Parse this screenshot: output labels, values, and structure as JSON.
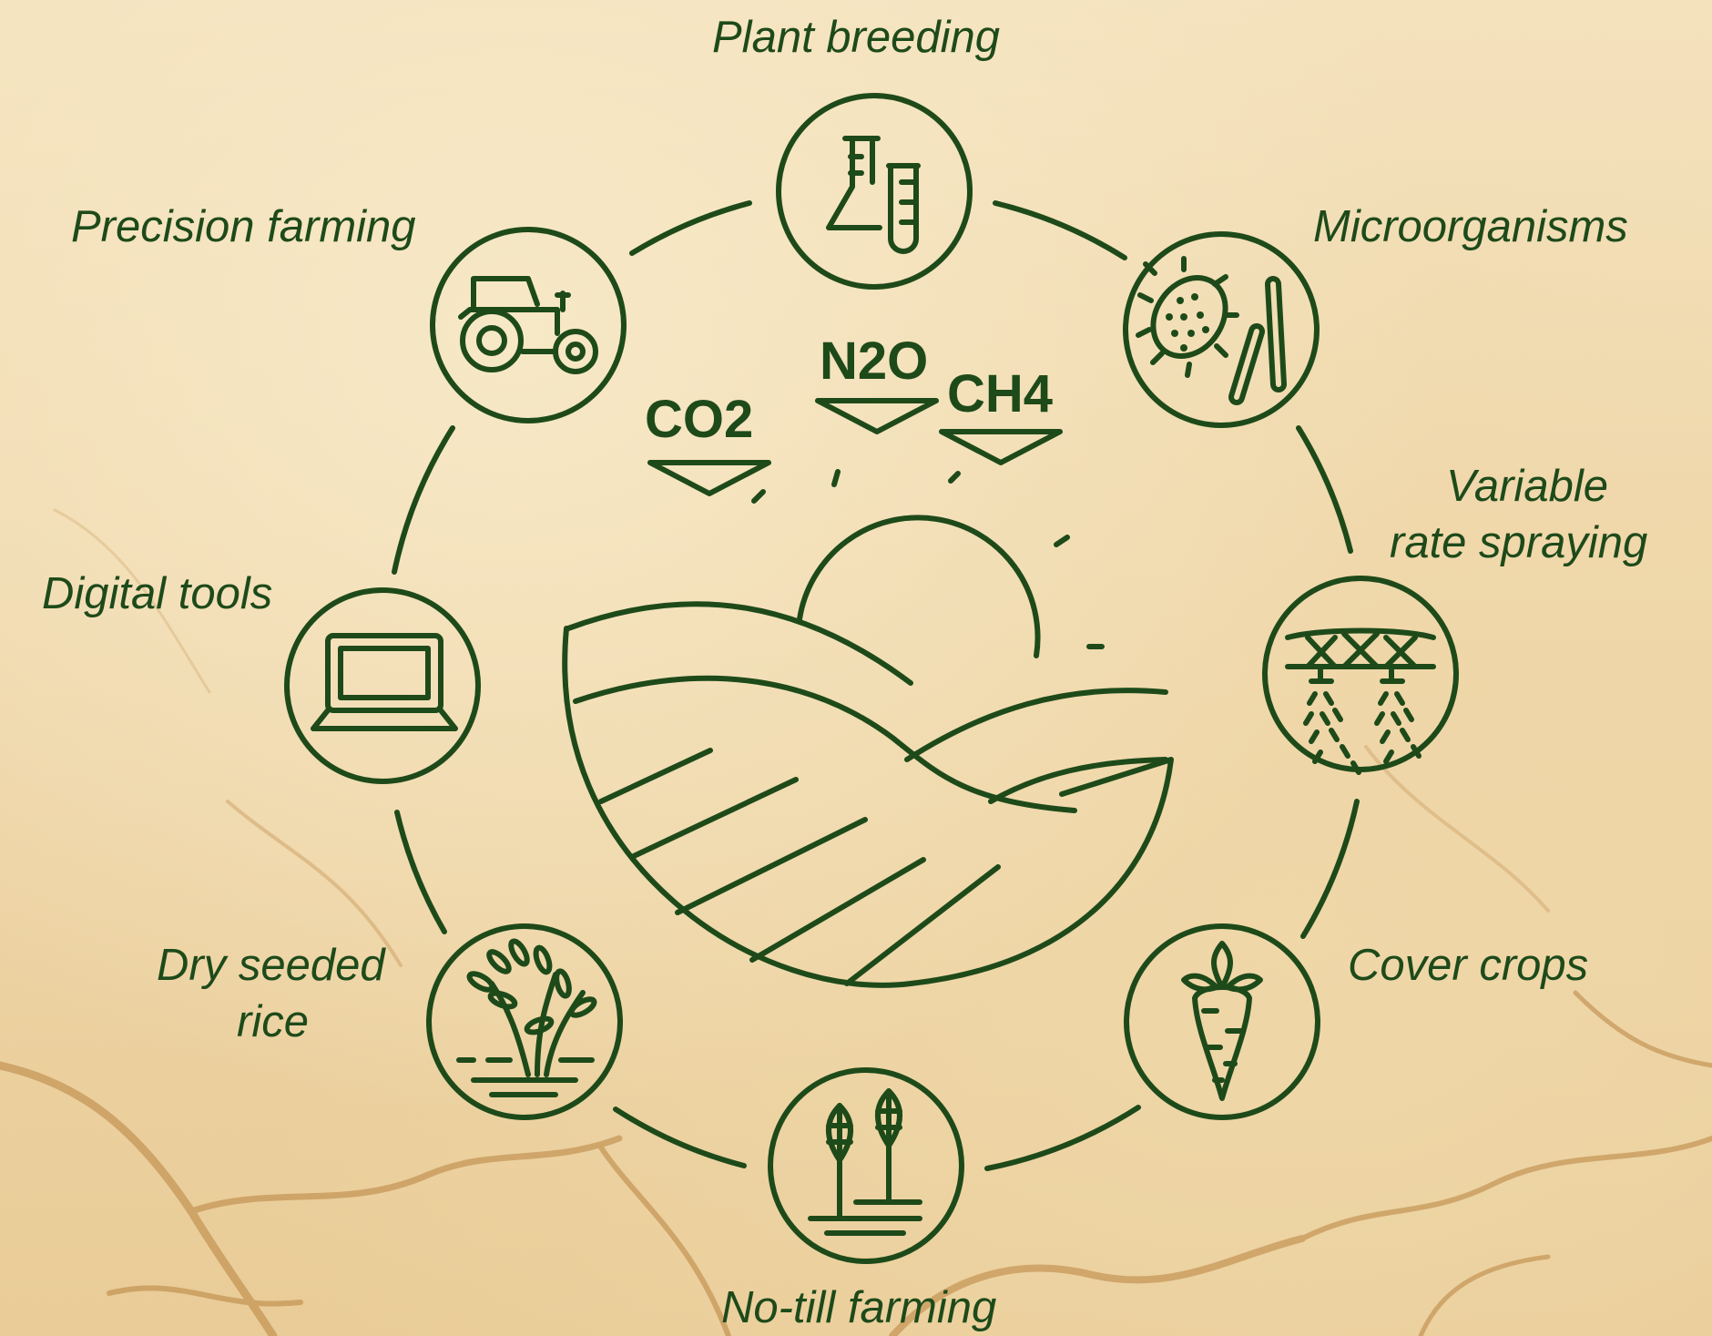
{
  "colors": {
    "ink": "#1e4a1a",
    "background": "#f1deb4",
    "cracks": "#b07838"
  },
  "gases": {
    "co2": "CO2",
    "n2o": "N2O",
    "ch4": "CH4"
  },
  "practices": [
    {
      "label": "Plant breeding",
      "icon": "test-tubes-icon"
    },
    {
      "label": "Microorganisms",
      "icon": "microbes-icon"
    },
    {
      "label": "Variable rate spraying",
      "line1": "Variable",
      "line2": "rate spraying",
      "icon": "sprayer-icon"
    },
    {
      "label": "Cover crops",
      "icon": "carrot-icon"
    },
    {
      "label": "No-till farming",
      "icon": "wheat-icon"
    },
    {
      "label": "Dry seeded rice",
      "line1": "Dry seeded",
      "line2": "rice",
      "icon": "rice-plant-icon"
    },
    {
      "label": "Digital tools",
      "icon": "laptop-icon"
    },
    {
      "label": "Precision farming",
      "icon": "tractor-icon"
    }
  ],
  "center_icon": "sun-over-fields-icon"
}
